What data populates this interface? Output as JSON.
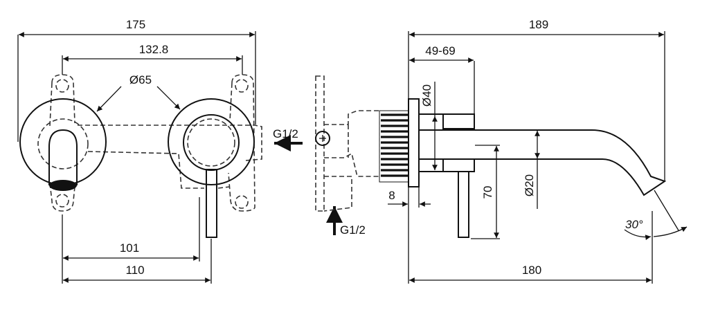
{
  "front_view": {
    "overall_width": "175",
    "mount_spacing": "132.8",
    "rosette_diameter": "Ø65",
    "spout_to_lever_axis": "101",
    "spout_to_lever_end": "110"
  },
  "inlets": {
    "rear_inlet": "G1/2",
    "bottom_inlet": "G1/2"
  },
  "side_view": {
    "overall_projection": "189",
    "wall_depth_range": "49-69",
    "flange_diameter": "Ø40",
    "spout_diameter": "Ø20",
    "lever_length": "70",
    "flange_thickness": "8",
    "spout_reach": "180",
    "outlet_angle": "30°"
  },
  "colors": {
    "line": "#111111",
    "background": "#ffffff"
  }
}
